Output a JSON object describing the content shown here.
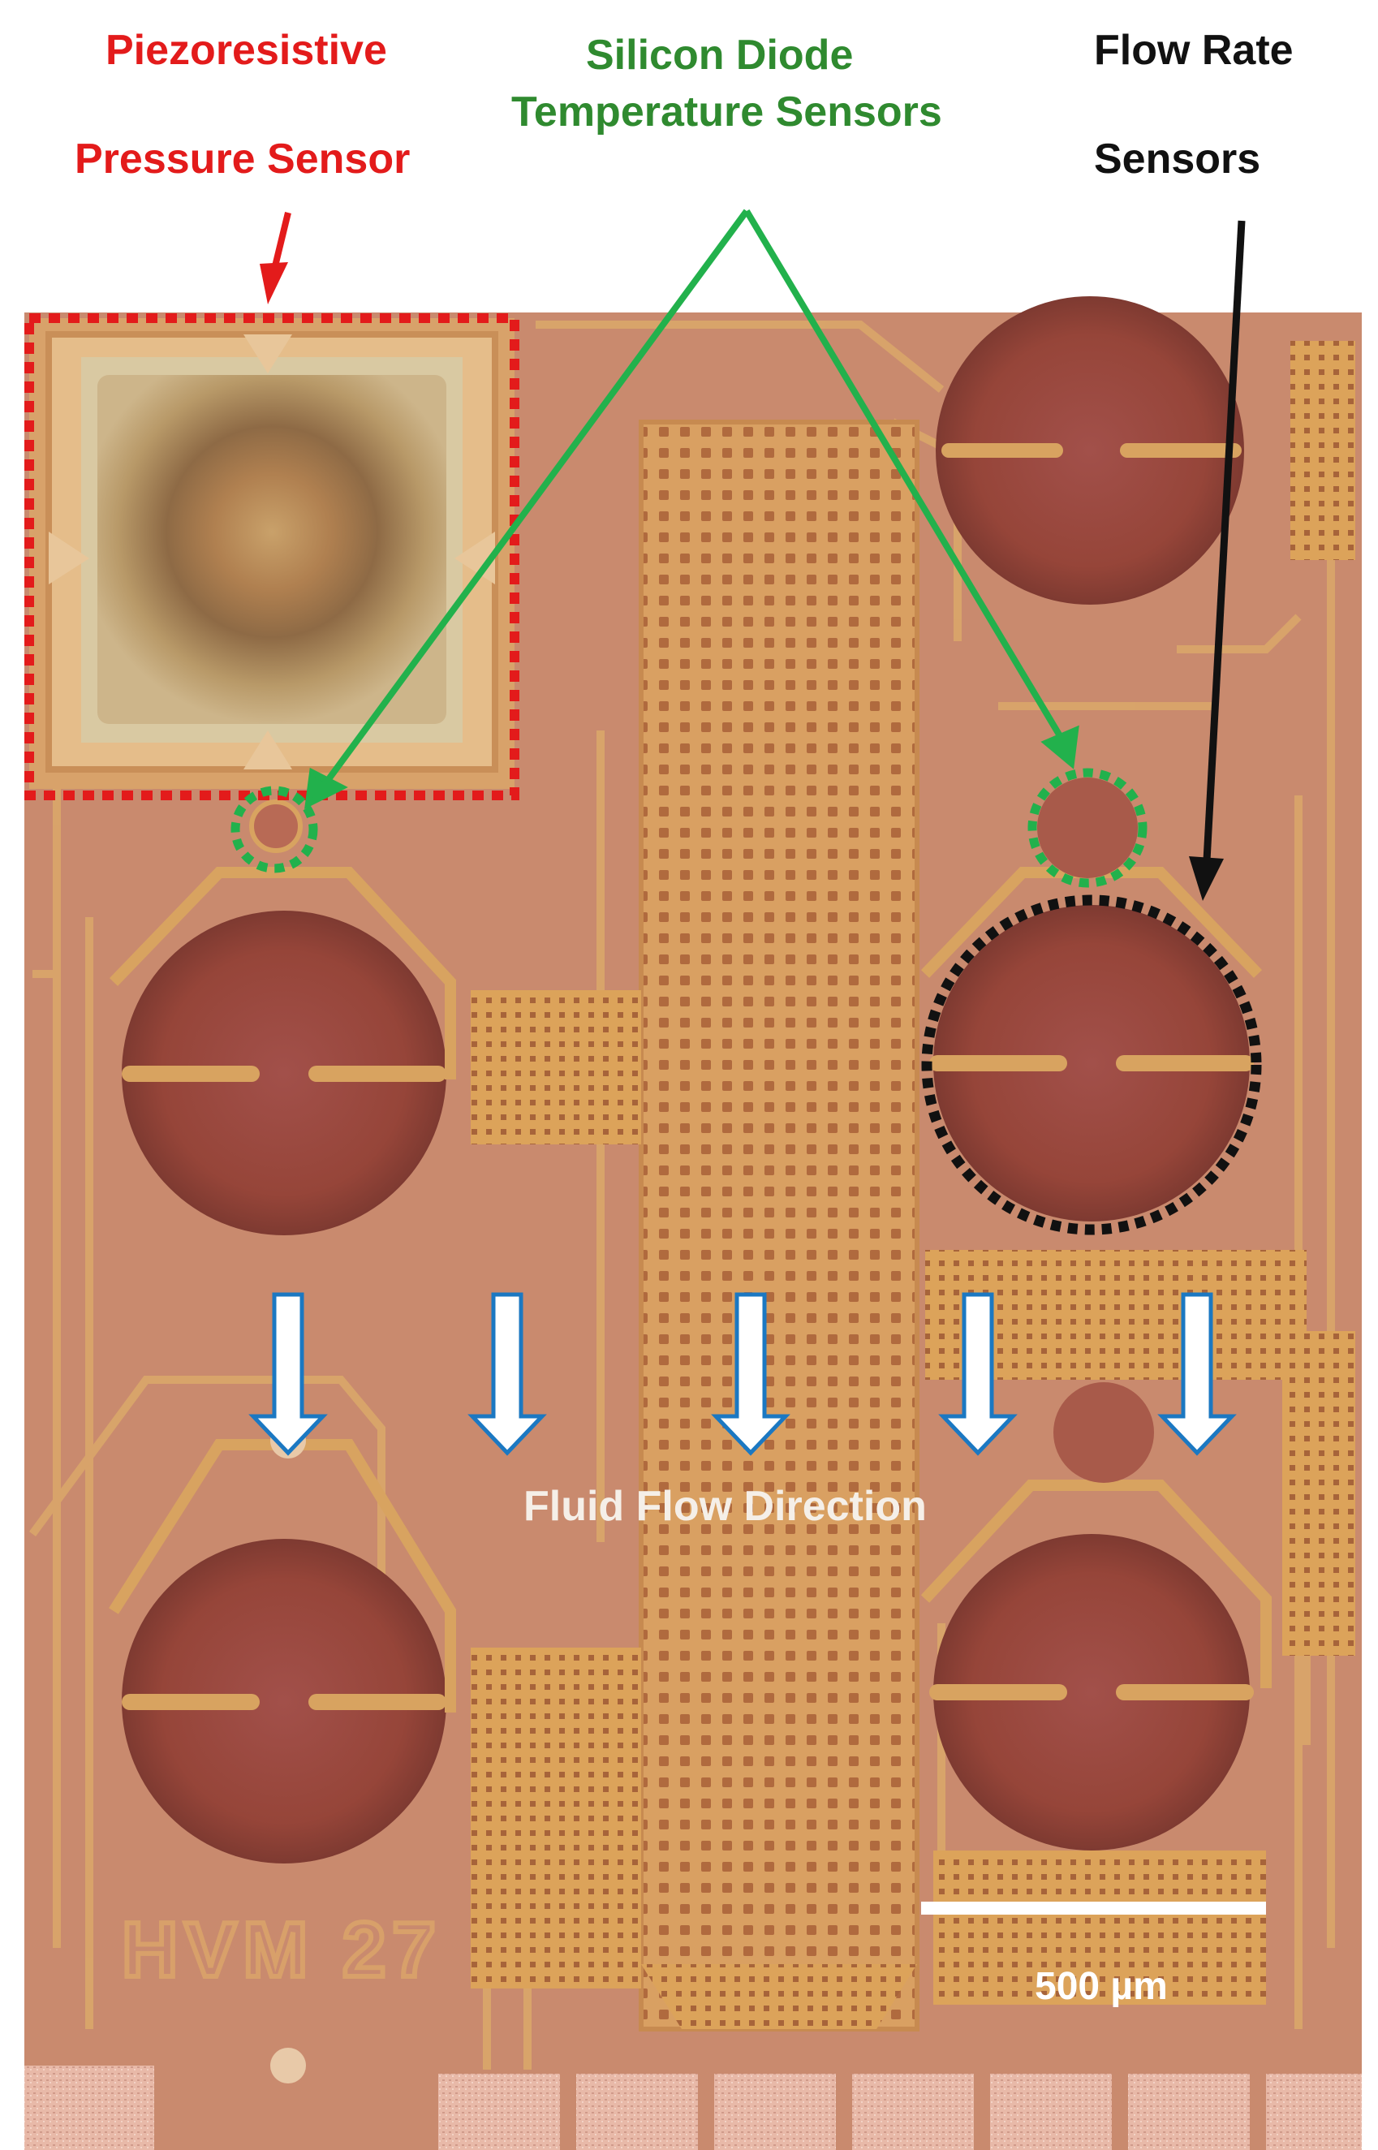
{
  "labels": {
    "pressure_line1": "Piezoresistive",
    "pressure_line2": "Pressure Sensor",
    "diode_line1": "Silicon Diode",
    "diode_line2": "Temperature Sensors",
    "flow_line1": "Flow Rate",
    "flow_line2": "Sensors"
  },
  "chip": {
    "flow_direction_text": "Fluid Flow Direction",
    "scale_bar_text": "500 µm",
    "chip_marking": "HVM 27"
  },
  "colors": {
    "pressure": "#e31b1b",
    "diode": "#2f8a2f",
    "diode_arrow": "#22b14c",
    "flow": "#111111",
    "die": "#c98a6e",
    "metal": "#dca35a",
    "membrane": "#9b4b3e"
  }
}
